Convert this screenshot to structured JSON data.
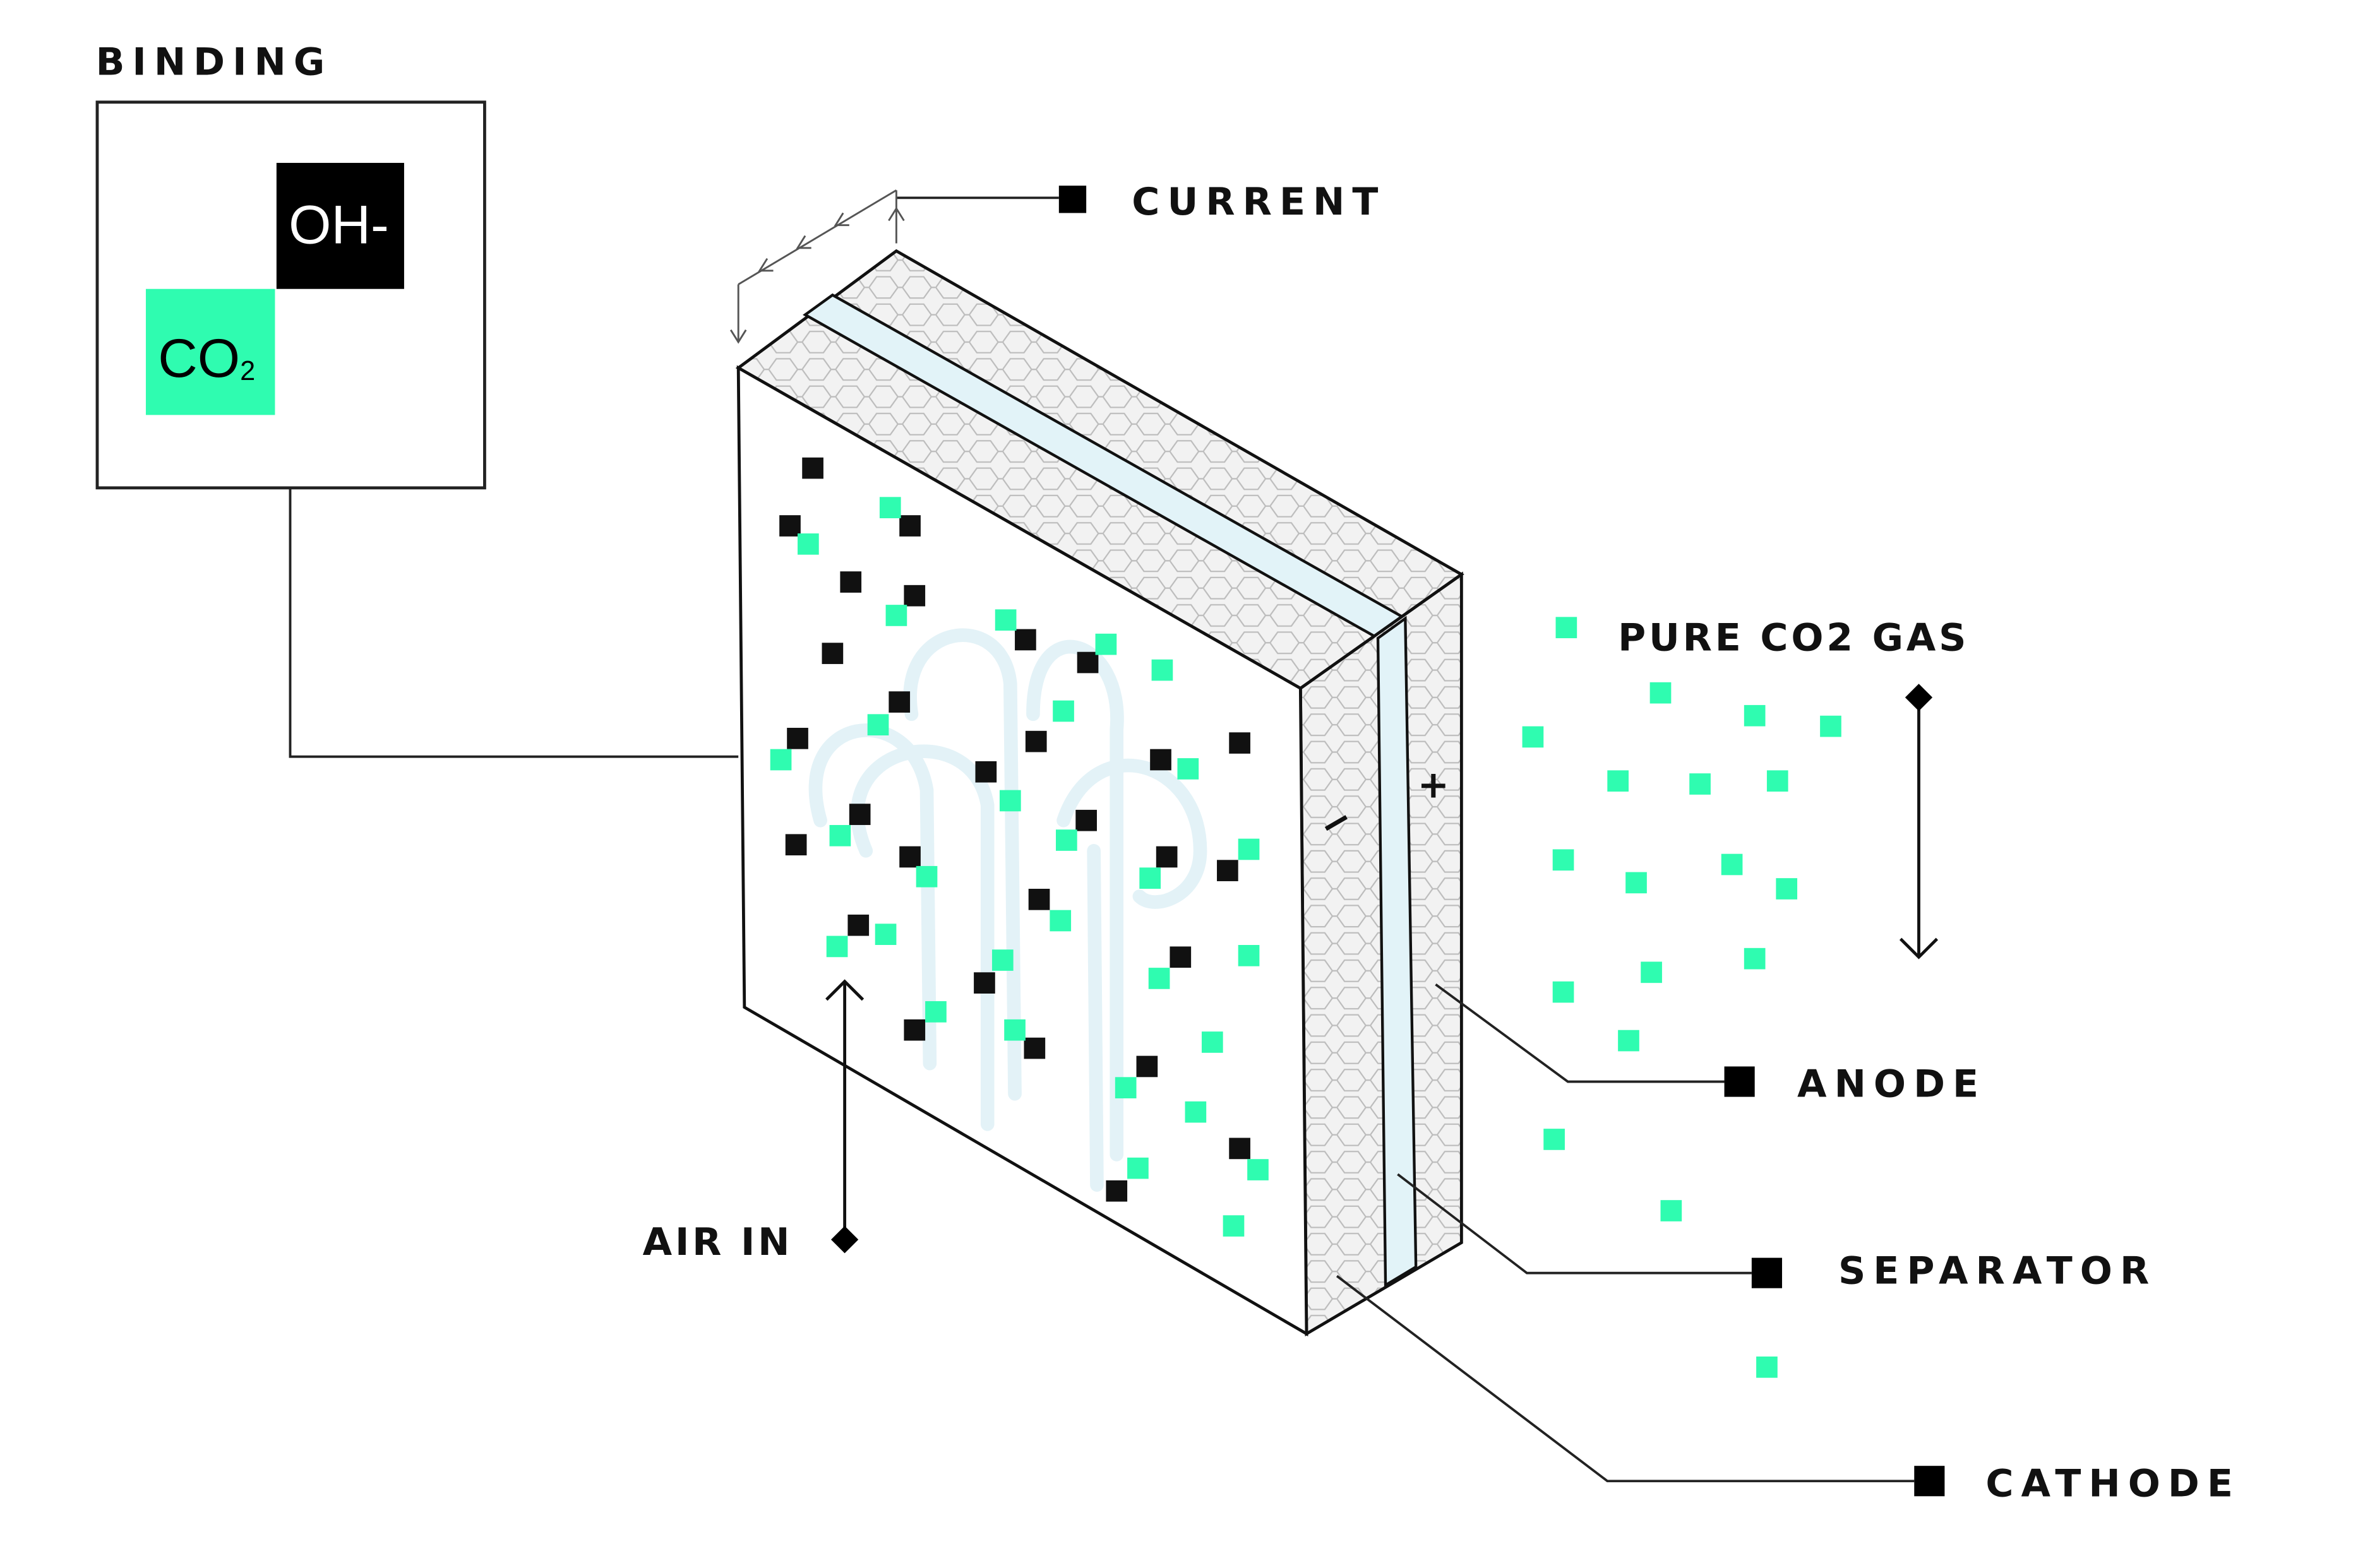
{
  "title": "",
  "colors": {
    "co2_green": "#2ffcb0",
    "oh_black": "#000000",
    "separator_blue": "#e2f3f8",
    "airflow_blue": "#e3f2f7",
    "electrode_gray": "#eeeeee"
  },
  "binding": {
    "label": "BINDING",
    "oh": "OH-",
    "co2": "CO",
    "co2_subscript": "2"
  },
  "labels": {
    "current": "CURRENT",
    "pure_co2_gas": "PURE CO2 GAS",
    "anode": "ANODE",
    "separator": "SEPARATOR",
    "cathode": "CATHODE",
    "air_in": "AIR IN",
    "minus": "−",
    "plus": "+"
  }
}
